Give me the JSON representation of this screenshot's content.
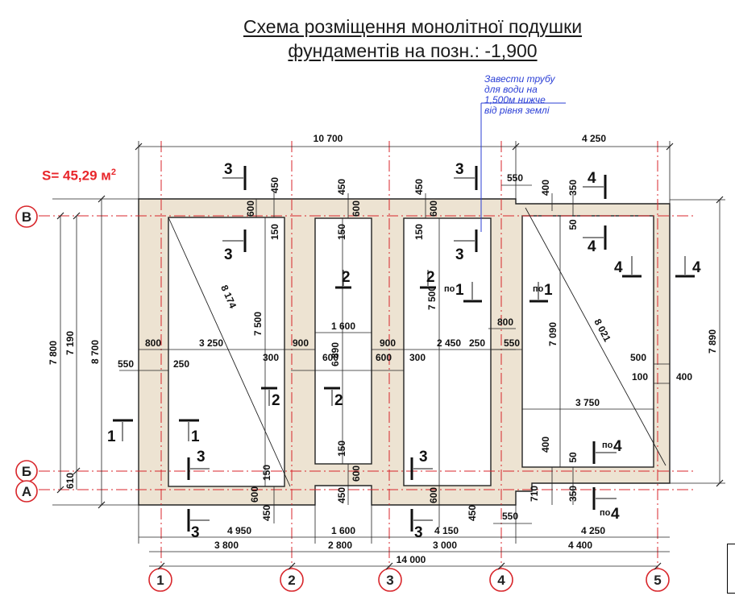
{
  "title": {
    "line1": "Схема розміщення монолітної подушки",
    "line2": "фундаментів  на позн.: -1,900"
  },
  "note": {
    "lines": [
      "Завести  трубу",
      "для води на",
      "1,500м нижче",
      "від рівня землі"
    ]
  },
  "area": {
    "label": "S= 45,29 м",
    "exp": "2"
  },
  "axes": {
    "rows": [
      "В",
      "Б",
      "А"
    ],
    "cols": [
      "1",
      "2",
      "3",
      "4",
      "5"
    ]
  },
  "dims": {
    "top_overall": "10 700",
    "top_right": "4 250",
    "bottom_row1": [
      "4 950",
      "1 600",
      "4 150",
      "4 250"
    ],
    "bottom_row2": [
      "3 800",
      "2 800",
      "3 000",
      "4 400"
    ],
    "bottom_total": "14 000",
    "left": [
      "7 800",
      "7 190",
      "8 700",
      "610"
    ],
    "right": "7 890",
    "diag": [
      "8 174",
      "8 021"
    ],
    "h_inner": [
      "800",
      "3 250",
      "900",
      "900",
      "2 450",
      "250",
      "800",
      "550",
      "250",
      "300",
      "600",
      "600",
      "300",
      "550",
      "1 600",
      "3 750",
      "500",
      "100",
      "400",
      "550",
      "550"
    ],
    "v_inner": [
      "7 500",
      "6 890",
      "7 500",
      "7 090",
      "450",
      "450",
      "450",
      "600",
      "600",
      "600",
      "150",
      "150",
      "150",
      "150",
      "150",
      "600",
      "600",
      "450",
      "450",
      "450",
      "400",
      "350",
      "50",
      "400",
      "50",
      "350",
      "710",
      "600"
    ]
  },
  "sections": {
    "labels": [
      "3",
      "3",
      "3",
      "3",
      "3",
      "3",
      "3",
      "3",
      "2",
      "2",
      "2",
      "2",
      "1",
      "1",
      "1",
      "1",
      "4",
      "4",
      "4",
      "4",
      "4",
      "4"
    ],
    "prefix": "по"
  },
  "colors": {
    "fill": "#ede3d2",
    "axis_red": "#d8262b",
    "note_blue": "#2b3fd6",
    "area_red": "#e8262b"
  }
}
